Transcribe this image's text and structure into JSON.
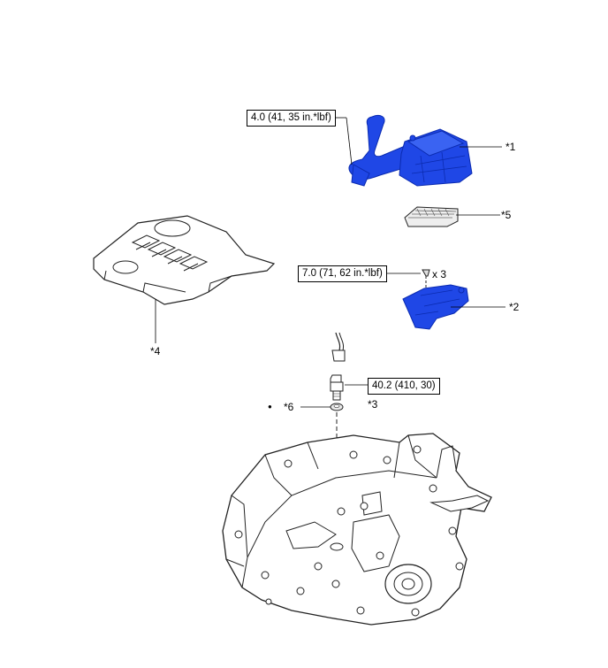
{
  "torque_labels": {
    "air_cleaner_cap": "4.0 (41, 35 in.*lbf)",
    "air_cleaner_bracket": "7.0 (71, 62 in.*lbf)",
    "sensor": "40.2 (410, 30)"
  },
  "quantity_label": "x 3",
  "callouts": {
    "c1": "*1",
    "c2": "*2",
    "c3": "*3",
    "c4": "*4",
    "c5": "*5",
    "c6": "*6"
  },
  "bullet": "●",
  "colors": {
    "part_blue": "#1f47e6",
    "part_blue_dark": "#0b2bb0",
    "outline": "#222222",
    "gasket_fill": "#e9e9e9"
  }
}
